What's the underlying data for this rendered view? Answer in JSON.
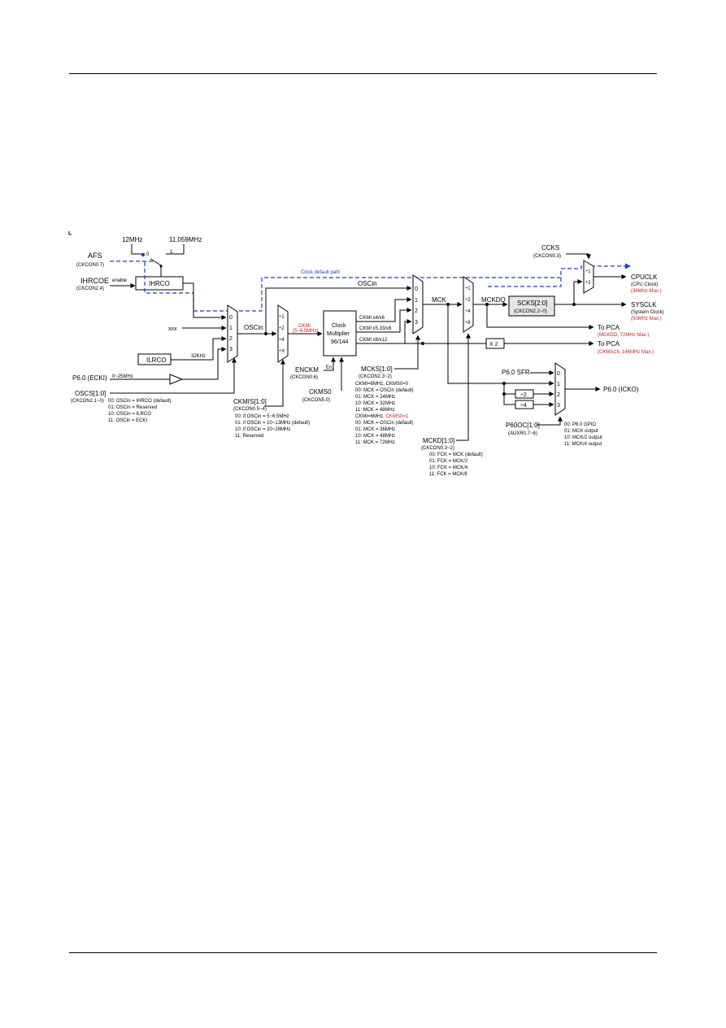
{
  "labels": {
    "m12": "12MHz",
    "m11059": "11.059MHz",
    "sw0": "0",
    "sw1": "1",
    "afs": "AFS",
    "afs_reg": "(CKCON0.7)",
    "ihrcoe": "IHRCOE",
    "ihrcoe_reg": "(CKCON2.4)",
    "enable": "enable",
    "ihrco": "IHRCO",
    "default_path": "Clock default path",
    "xxx": "xxx",
    "ilrco": "ILRCO",
    "k32": "32KHz",
    "p60": "P6.0 (ECKI)",
    "mhz25": "0~25MHz",
    "oscs": "OSCS[1:0]",
    "oscs_reg": "(CKCON2.1~0)",
    "oscs_opt": [
      "00: OSCin = IHRCO (default)",
      "01: OSCin = Reserved",
      "10: OSCin = ILRCO",
      "11: OSCin = ECKI"
    ],
    "oscin_a": "OSCin",
    "oscin_b": "OSCin",
    "m0": "0",
    "m1": "1",
    "m2": "2",
    "m3": "3",
    "d1": "÷1",
    "d2": "÷2",
    "d4": "÷4",
    "dx": "÷X",
    "ckmi_a": "CKMI",
    "ckmi_b": "(5~6.5MHz)",
    "cm_1": "Clock",
    "cm_2": "Multiplier",
    "cm_3": "96/144",
    "ckmi_x4": "CKMI x4/x6",
    "ckmi_x533": "CKMI x5.33/x8",
    "ckmi_x8": "CKMI x8/x12",
    "enckm": "ENCKM",
    "enckm_reg": "(CKCON0.6)",
    "en": "En.",
    "ckmsel": "CKMS0",
    "ckmsel_reg": "(CKCON5.0)",
    "ckmis": "CKMIS[1:0]",
    "ckmis_reg": "(CKCON0.5~4)",
    "ckmis_opt": [
      "00: if OSCin = 5~6.5MHz",
      "01: if OSCin = 10~13MHz (default)",
      "10: if OSCin = 20~26MHz",
      "11: Reserved"
    ],
    "mcks": "MCKS[1:0]",
    "mcks_reg": "(CKCON2.3~2)",
    "mcks_h1": "CKMI=6MHz, CKMS0=0",
    "mcks_opt1": [
      "00: MCK = OSCin (default)",
      "01: MCK = 24MHz",
      "10: MCK = 32MHz",
      "11: MCK = 48MHz"
    ],
    "mcks_h2a": "CKMI=6MHz, ",
    "mcks_h2b": "CKMS0=1",
    "mcks_opt2": [
      "00: MCK = OSCin (default)",
      "01: MCK = 36MHz",
      "10: MCK = 48MHz",
      "11: MCK = 72MHz"
    ],
    "mck": "MCK",
    "q1": "÷1",
    "q2": "÷2",
    "q4": "÷4",
    "q8": "÷8",
    "mckdo": "MCKDO",
    "mckd": "MCKD[1:0]",
    "mckd_reg": "(CKCON0.3~2)",
    "mckd_opt": [
      "00: FCK = MCK (default)",
      "01: FCK = MCK/2",
      "10: FCK = MCK/4",
      "11: FCK = MCK/8"
    ],
    "scks": "SCKS[2:0]",
    "scks_reg": "(CKCON2.2~0)",
    "ccks": "CCKS",
    "ccks_reg": "(CKCON0.3)",
    "c1": "÷1",
    "c2": "÷2",
    "cpuclk": "CPUCLK",
    "cpu_sub": "(CPU Clock)",
    "cpu_max": "(36MHz Max.)",
    "sysclk": "SYSCLK",
    "sys_sub": "(System Clock)",
    "sys_max": "(50MHz Max.)",
    "topca1": "To PCA",
    "topca1_sub": "(MCKDO, 72MHz Max.)",
    "topca2": "To PCA",
    "topca2_sub": "(CKMIx16, 144MHz Max.)",
    "x2": "X 2",
    "p60sfr": "P6.0 SFR",
    "p0": "0",
    "p1": "1",
    "p2": "2",
    "p3": "3",
    "div2": "÷2",
    "div4": "÷4",
    "p60ocko": "P6.0 (ICKO)",
    "p60oc": "P60OC[1:0]",
    "p60oc_reg": "(AUXR0.7~6)",
    "p60oc_opt": [
      "00: P6.0 GPIO",
      "01: MCK output",
      "10: MCK/2 output",
      "11: MCK/4 output"
    ]
  }
}
